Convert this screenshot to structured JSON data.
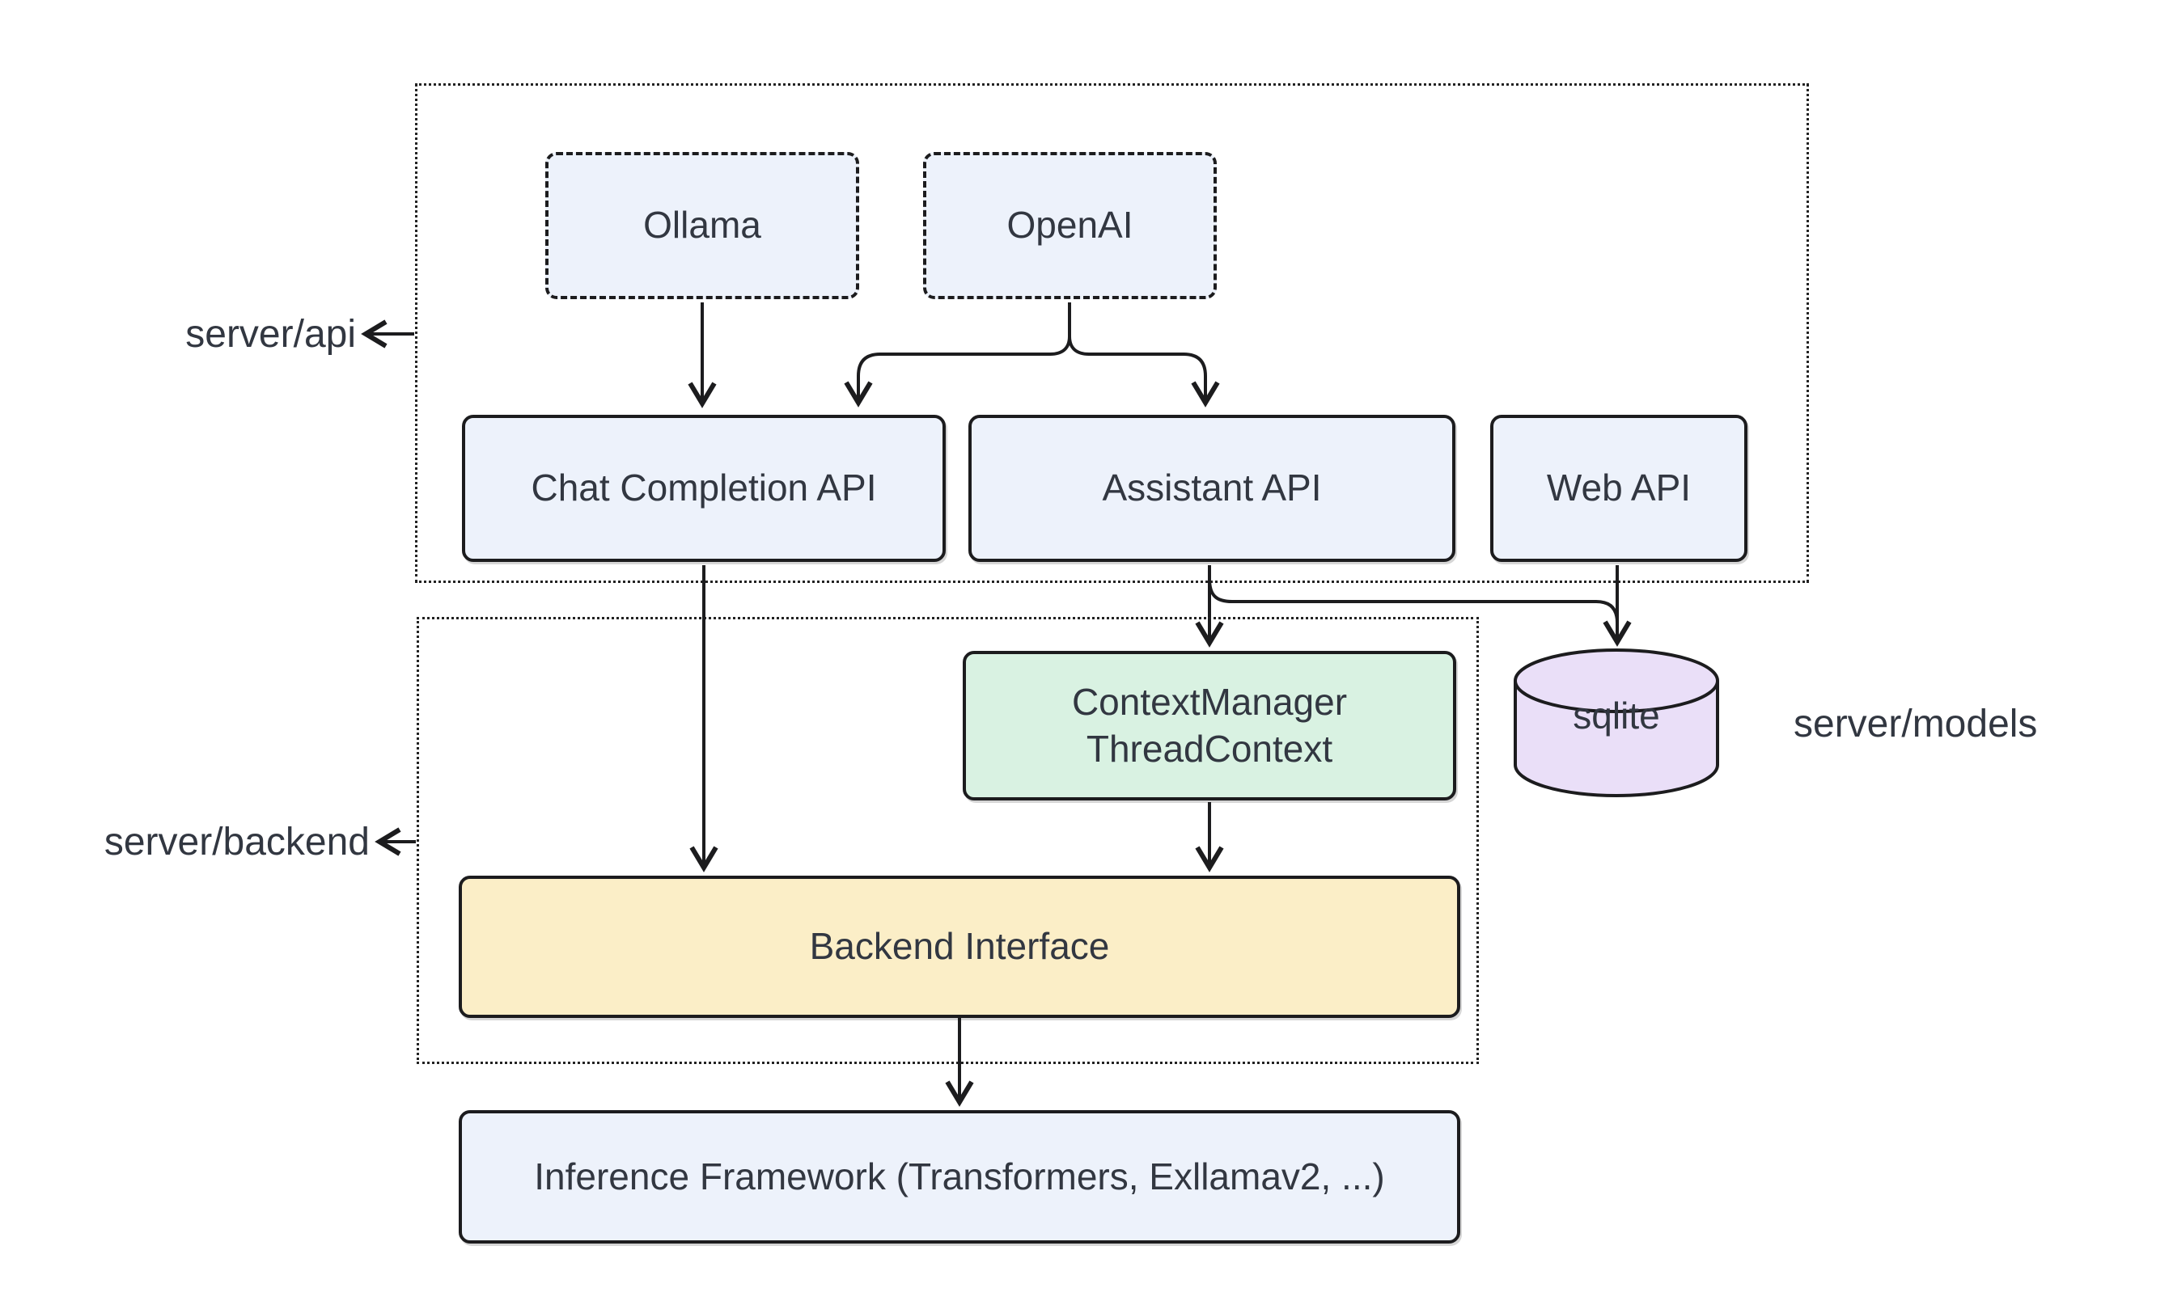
{
  "diagram": {
    "groups": {
      "api": {
        "label": "server/api"
      },
      "backend": {
        "label": "server/backend"
      },
      "models": {
        "label": "server/models"
      }
    },
    "nodes": {
      "ollama": {
        "label": "Ollama"
      },
      "openai": {
        "label": "OpenAI"
      },
      "chat_completion": {
        "label": "Chat Completion API"
      },
      "assistant": {
        "label": "Assistant API"
      },
      "web_api": {
        "label": "Web API"
      },
      "context_manager": {
        "line1": "ContextManager",
        "line2": "ThreadContext"
      },
      "sqlite": {
        "label": "sqlite"
      },
      "backend_interface": {
        "label": "Backend Interface"
      },
      "inference": {
        "label": "Inference Framework (Transformers, Exllamav2, ...)"
      }
    },
    "colors": {
      "node-blue": "#edf2fb",
      "node-green": "#d9f2e2",
      "node-yellow": "#fbeec7",
      "node-purple": "#eadff8",
      "ink": "#1c1c1e",
      "text": "#323741",
      "bg": "#ffffff"
    }
  }
}
